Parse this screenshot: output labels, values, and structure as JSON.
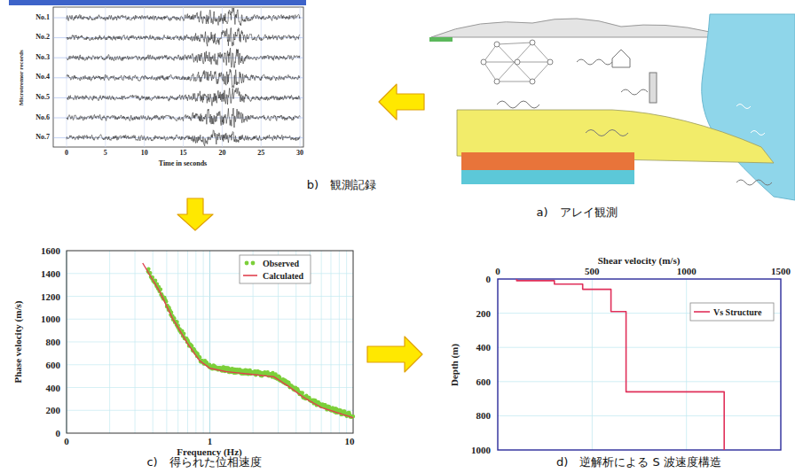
{
  "diagram": {
    "nodes": [
      {
        "text": [
          "b)　観測記録"
        ]
      },
      {
        "text": [
          "a)　アレイ観測"
        ]
      },
      {
        "text": [
          "c)　得られた位相速度"
        ]
      },
      {
        "text": [
          "d)　逆解析による S 波速度構造"
        ]
      }
    ],
    "edges": [
      {
        "from": 1,
        "to": 0,
        "arrow": "to"
      },
      {
        "from": 0,
        "to": 2,
        "arrow": "to"
      },
      {
        "from": 2,
        "to": 3,
        "arrow": "to"
      }
    ],
    "labels": [
      "No.1",
      "No.2",
      "No.3",
      "No.4",
      "No.5",
      "No.6",
      "No.7",
      "Microtremor records",
      "0",
      "5",
      "10",
      "15",
      "20",
      "25",
      "30",
      "Time in seconds",
      "1600",
      "1400",
      "1200",
      "1000",
      "800",
      "600",
      "400",
      "200",
      "0",
      "Phase velocity (m/s)",
      "0",
      "1",
      "10",
      "Frequency (Hz)",
      "Shear velocity (m/s)",
      "0",
      "500",
      "1000",
      "1500",
      "Depth (m)",
      "0",
      "200",
      "400",
      "600",
      "800",
      "1000"
    ],
    "legend": [
      {
        "text": "Observed"
      },
      {
        "text": "Calculated"
      },
      {
        "text": "Vs Structure"
      }
    ]
  }
}
